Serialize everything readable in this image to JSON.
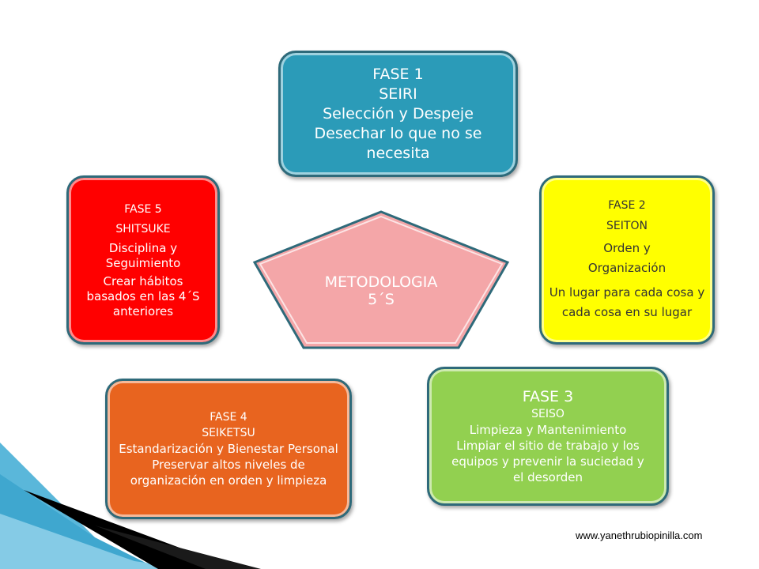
{
  "colors": {
    "fase1": "#2b9bb8",
    "fase2": "#ffff00",
    "fase3": "#92d050",
    "fase4": "#e8641f",
    "fase5": "#ff0000",
    "center": "#f4a6a8",
    "border": "#2e6a7a"
  },
  "center": {
    "line1": "METODOLOGIA",
    "line2": "5´S"
  },
  "fase1": {
    "label": "FASE 1",
    "name": "SEIRI",
    "title": "Selección y Despeje",
    "desc1": "Desechar lo que no se",
    "desc2": "necesita"
  },
  "fase2": {
    "label": "FASE 2",
    "name": "SEITON",
    "title": "Orden y Organización",
    "desc": "Un lugar para cada cosa y cada cosa en su lugar"
  },
  "fase3": {
    "label": "FASE 3",
    "name": "SEISO",
    "title": "Limpieza y Mantenimiento",
    "desc": "Limpiar el sitio de trabajo y los equipos y prevenir la suciedad y el desorden"
  },
  "fase4": {
    "label": "FASE 4",
    "name": "SEIKETSU",
    "title": "Estandarización y Bienestar Personal",
    "desc": "Preservar altos niveles de organización en orden y limpieza"
  },
  "fase5": {
    "label": "FASE  5",
    "name": "SHITSUKE",
    "title": "Disciplina y Seguimiento",
    "desc": "Crear hábitos basados en las 4´S anteriores"
  },
  "watermark": "www.yanethrubiopinilla.com"
}
